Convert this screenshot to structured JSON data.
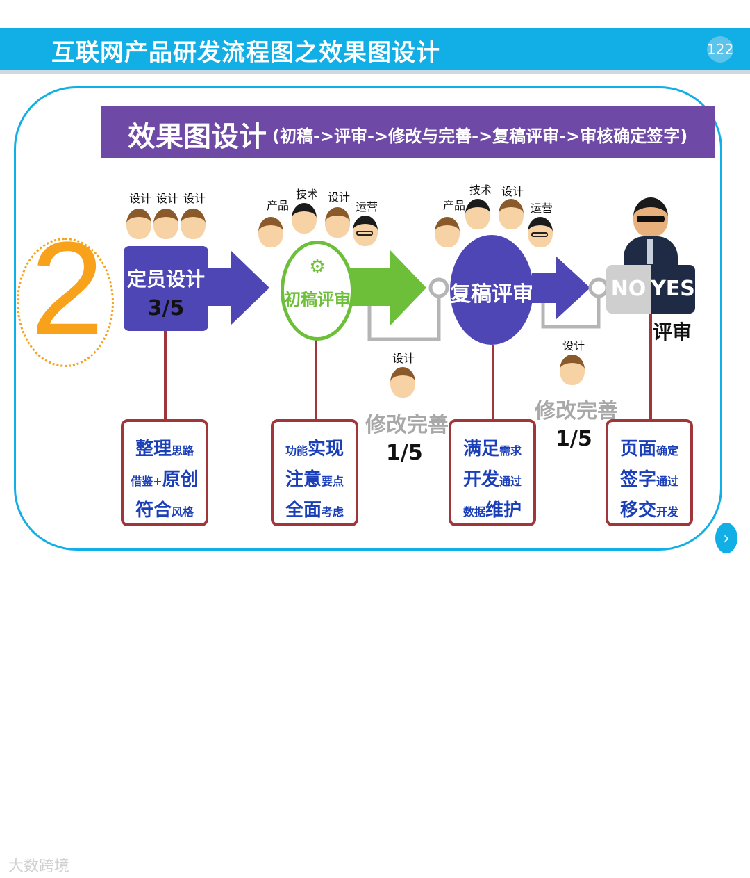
{
  "header": {
    "title": "互联网产品研发流程图之效果图设计",
    "page_number": "122"
  },
  "banner": {
    "main": "效果图设计",
    "sub": "(初稿->评审->修改与完善->复稿评审->审核确定签字)"
  },
  "step_number": "2",
  "stages": {
    "staffing": {
      "label": "定员设计",
      "ratio": "3/5",
      "roles": [
        "设计",
        "设计",
        "设计"
      ]
    },
    "draft_review": {
      "label": "初稿评审",
      "roles": [
        "产品",
        "技术",
        "设计",
        "运营"
      ]
    },
    "final_review": {
      "label": "复稿评审",
      "roles": [
        "产品",
        "技术",
        "设计",
        "运营"
      ]
    },
    "approval": {
      "no": "NO",
      "yes": "YES",
      "label": "评审"
    }
  },
  "revisions": [
    {
      "role": "设计",
      "label": "修改完善",
      "ratio": "1/5"
    },
    {
      "role": "设计",
      "label": "修改完善",
      "ratio": "1/5"
    }
  ],
  "notes": [
    {
      "lines": [
        [
          "整理",
          "思路"
        ],
        [
          "借鉴+",
          "原创"
        ],
        [
          "符合",
          "风格"
        ]
      ]
    },
    {
      "lines": [
        [
          "功能",
          "实现"
        ],
        [
          "注意",
          "要点"
        ],
        [
          "全面",
          "考虑"
        ]
      ]
    },
    {
      "lines": [
        [
          "满足",
          "需求"
        ],
        [
          "开发",
          "通过"
        ],
        [
          "数据",
          "维护"
        ]
      ]
    },
    {
      "lines": [
        [
          "页面",
          "确定"
        ],
        [
          "签字",
          "通过"
        ],
        [
          "移交",
          "开发"
        ]
      ]
    }
  ],
  "navigation": {
    "next_icon": "chevron-right-icon",
    "next_glyph": "›"
  },
  "watermark": "大数跨境",
  "colors": {
    "header": "#12aee6",
    "banner": "#6e49a6",
    "stage_purple": "#4e46b4",
    "stage_green": "#6dbf3a",
    "accent_orange": "#f7a21a",
    "note_border": "#a0363a",
    "note_text": "#1b3fb8"
  }
}
